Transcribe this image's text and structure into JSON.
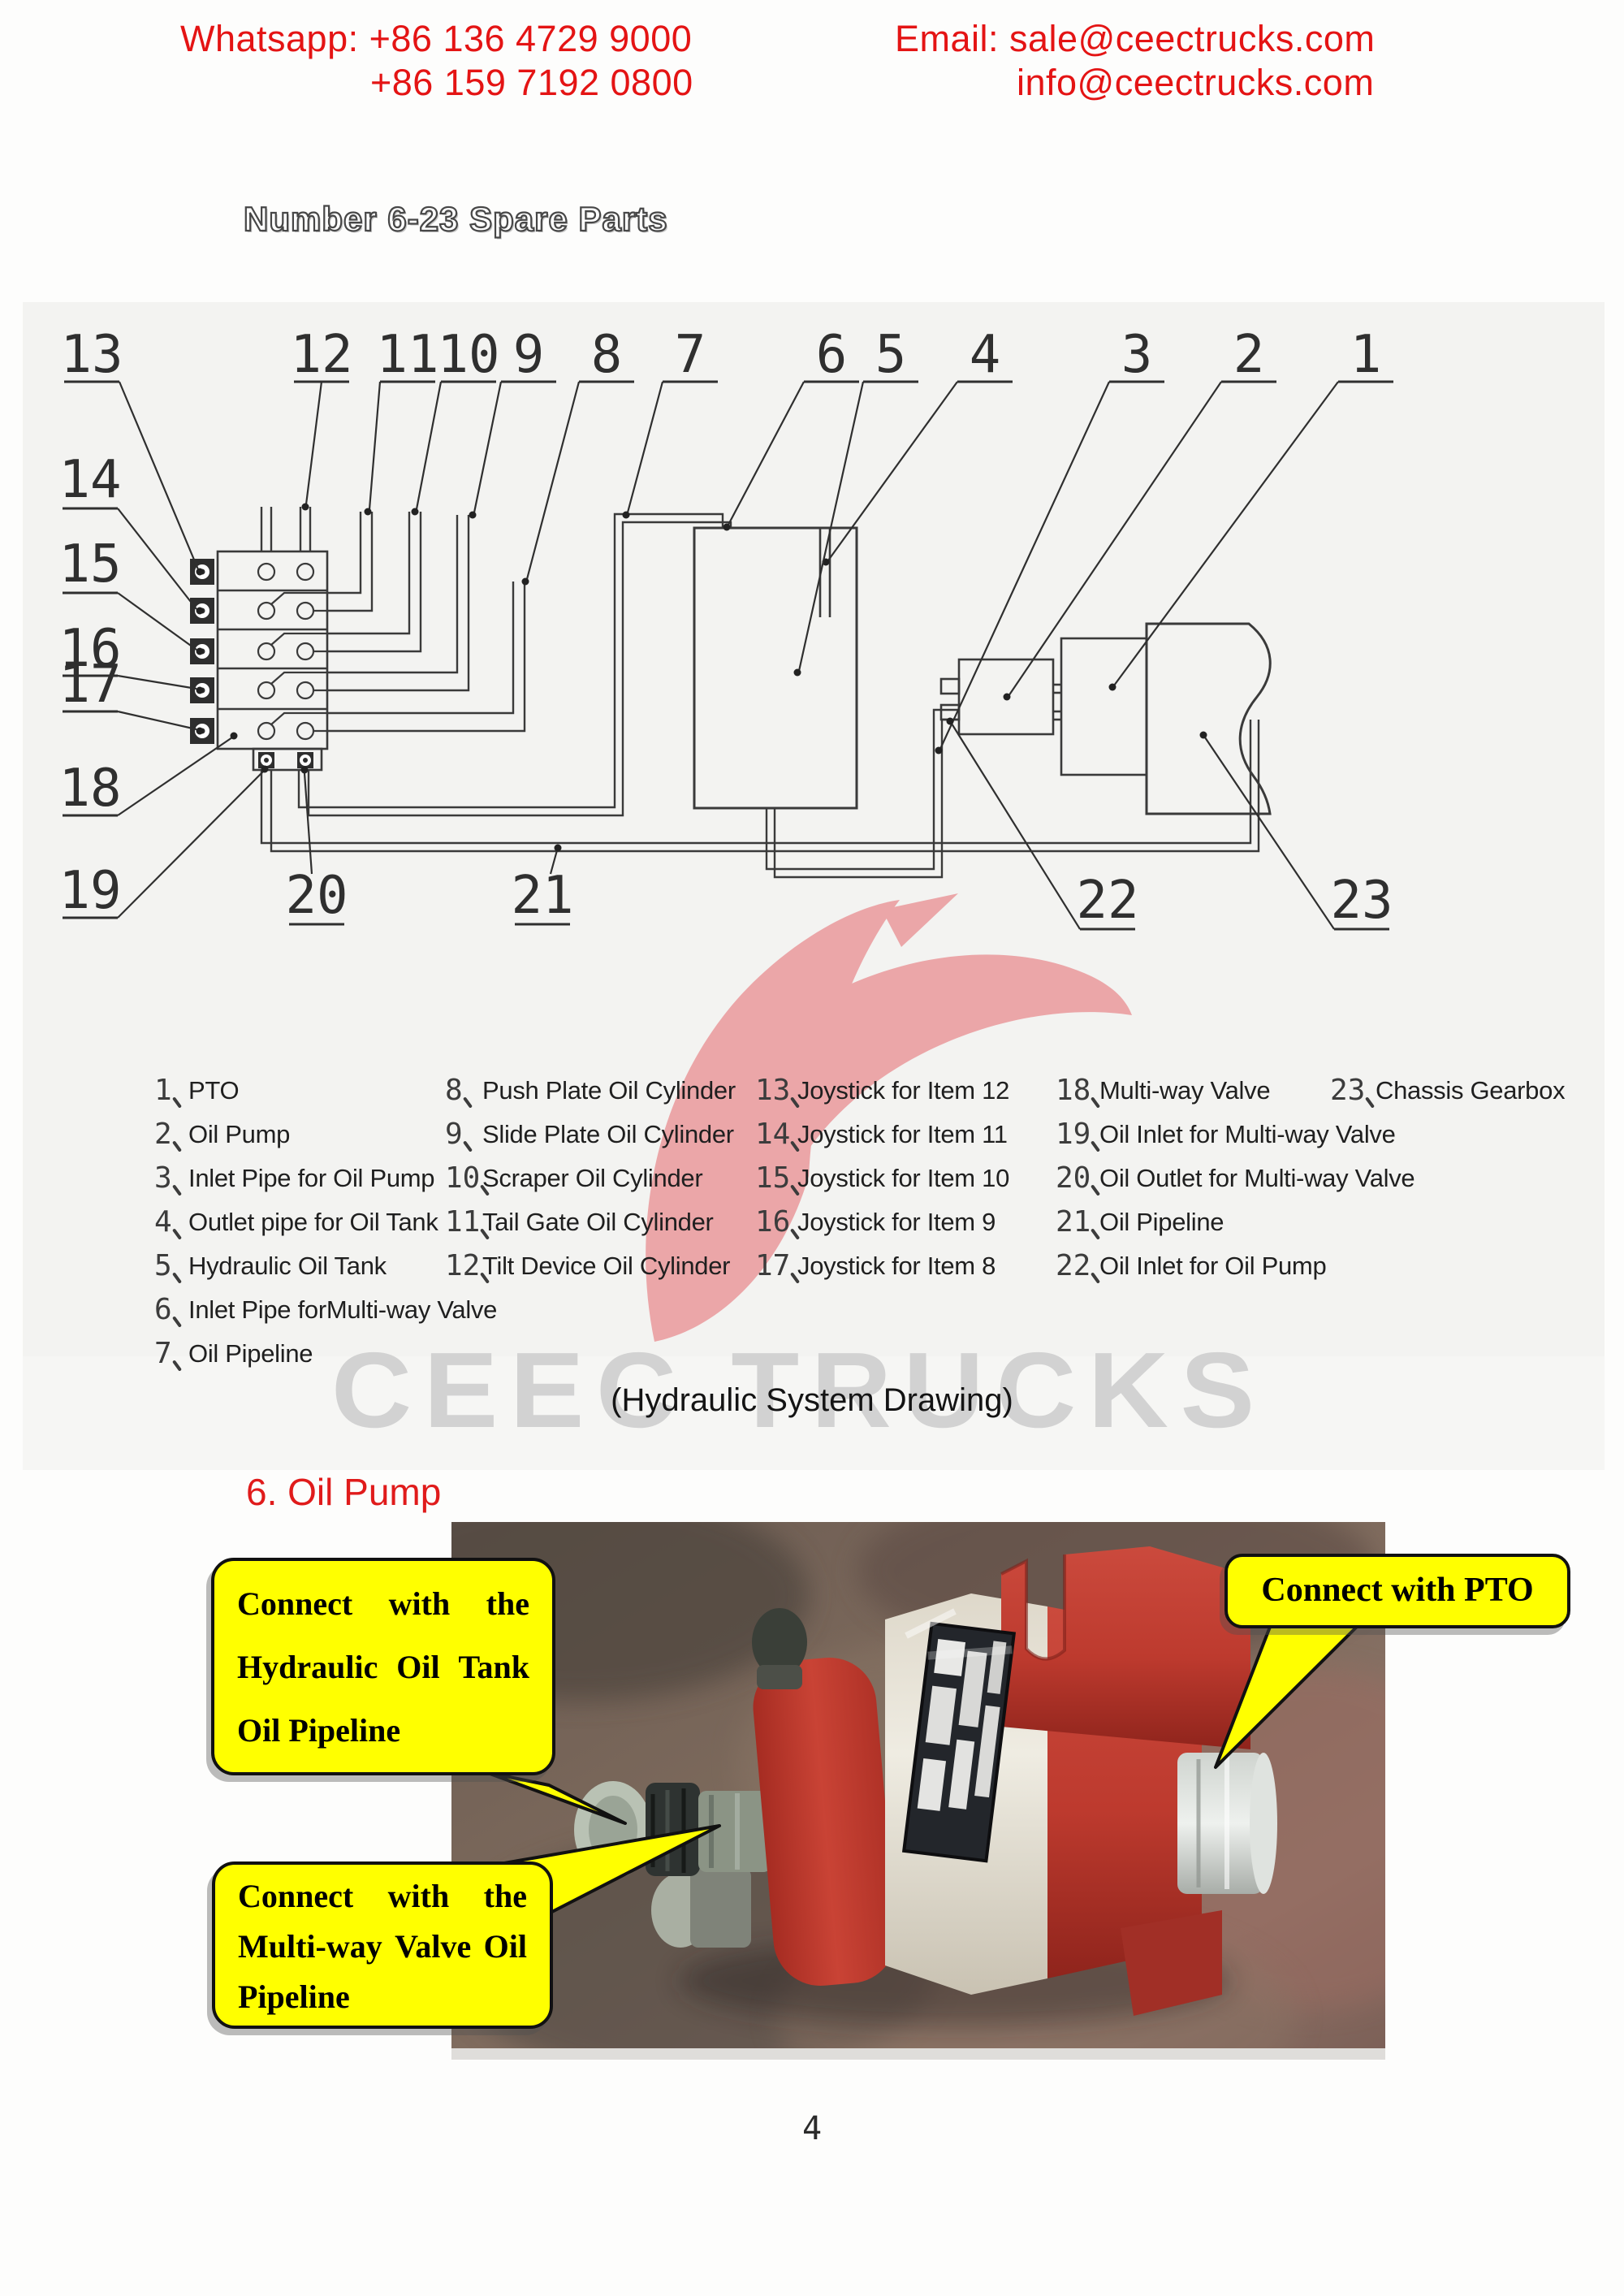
{
  "header": {
    "whatsapp_line": "Whatsapp: +86 136 4729 9000",
    "phone2": "+86 159 7192 0800",
    "email_line": "Email: sale@ceectrucks.com",
    "email2": "info@ceectrucks.com"
  },
  "title": "Number 6-23 Spare Parts",
  "diagram": {
    "numbers": [
      "1",
      "2",
      "3",
      "4",
      "5",
      "6",
      "7",
      "8",
      "9",
      "10",
      "11",
      "12",
      "13",
      "14",
      "15",
      "16",
      "17",
      "18",
      "19",
      "20",
      "21",
      "22",
      "23"
    ]
  },
  "watermark": {
    "logo_text": "CEEC TRUCKS"
  },
  "caption": "(Hydraulic System Drawing)",
  "section": {
    "heading": "6. Oil Pump"
  },
  "parts_list": {
    "columns": [
      [
        {
          "num": "1",
          "name": "PTO"
        },
        {
          "num": "2",
          "name": "Oil Pump"
        },
        {
          "num": "3",
          "name": "Inlet Pipe for Oil Pump"
        },
        {
          "num": "4",
          "name": "Outlet pipe for Oil Tank"
        },
        {
          "num": "5",
          "name": "Hydraulic Oil Tank"
        },
        {
          "num": "6",
          "name": "Inlet Pipe forMulti-way Valve"
        },
        {
          "num": "7",
          "name": "Oil Pipeline"
        }
      ],
      [
        {
          "num": "8",
          "name": "Push Plate Oil Cylinder"
        },
        {
          "num": "9",
          "name": "Slide Plate Oil Cylinder"
        },
        {
          "num": "10",
          "name": "Scraper Oil Cylinder"
        },
        {
          "num": "11",
          "name": "Tail Gate Oil Cylinder"
        },
        {
          "num": "12",
          "name": "Tilt Device Oil Cylinder"
        }
      ],
      [
        {
          "num": "13",
          "name": "Joystick for Item 12"
        },
        {
          "num": "14",
          "name": "Joystick for Item 11"
        },
        {
          "num": "15",
          "name": "Joystick for Item 10"
        },
        {
          "num": "16",
          "name": "Joystick for Item 9"
        },
        {
          "num": "17",
          "name": "Joystick for Item 8"
        }
      ],
      [
        {
          "num": "18",
          "name": "Multi-way Valve"
        },
        {
          "num": "19",
          "name": "Oil Inlet for Multi-way Valve"
        },
        {
          "num": "20",
          "name": "Oil Outlet for Multi-way Valve"
        },
        {
          "num": "21",
          "name": "Oil Pipeline"
        },
        {
          "num": "22",
          "name": "Oil Inlet for Oil Pump"
        }
      ],
      [
        {
          "num": "23",
          "name": "Chassis Gearbox"
        }
      ]
    ]
  },
  "photo": {
    "callouts": [
      {
        "id": "tank",
        "lines": [
          "Connect with the",
          "Hydraulic Oil Tank",
          "Oil Pipeline"
        ],
        "justify": [
          true,
          true,
          false
        ]
      },
      {
        "id": "pto",
        "lines": [
          "Connect with PTO"
        ],
        "justify": [
          false
        ]
      },
      {
        "id": "valve",
        "lines": [
          "Connect with the",
          "Multi-way Valve Oil",
          "Pipeline"
        ],
        "justify": [
          true,
          true,
          false
        ]
      }
    ]
  },
  "page_number": "4",
  "colors": {
    "accent_red": "#e41414",
    "callout_yellow": "#ffff00",
    "watermark_gray": "#d2d2d2",
    "logo_pink": "#eba6a8",
    "pump_red": "#c23b30",
    "line_dark": "#3a3a3a"
  }
}
